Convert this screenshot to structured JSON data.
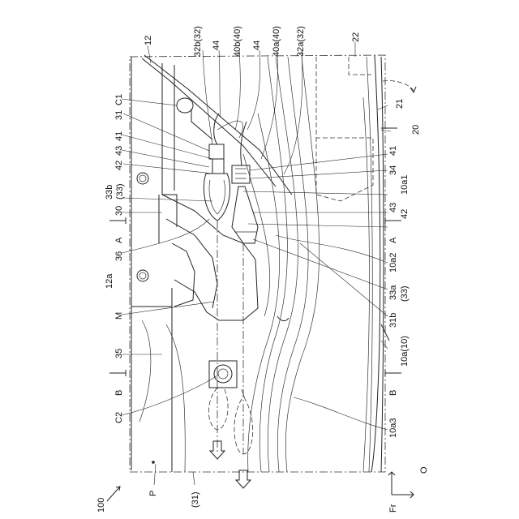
{
  "labels": {
    "l_32b": "32b(32)",
    "l_44a": "44",
    "l_40b": "40b(40)",
    "l_44b": "44",
    "l_40a": "40a(40)",
    "l_32a": "32a(32)",
    "l_12": "12",
    "l_22": "22",
    "l_C1": "C1",
    "l_31": "31",
    "l_43a": "43",
    "l_41a": "41",
    "l_42a": "42",
    "l_33b": "33b",
    "l_33b_p": "(33)",
    "l_30": "30",
    "l_A1": "A",
    "l_36": "36",
    "l_12a": "12a",
    "l_M": "M",
    "l_35": "35",
    "l_B1": "B",
    "l_C2": "C2",
    "l_31p": "(31)",
    "l_P": "P",
    "l_100": "100",
    "l_21": "21",
    "l_20": "20",
    "l_41b": "41",
    "l_34": "34",
    "l_10a1": "10a1",
    "l_43b": "43",
    "l_42b": "42",
    "l_A2": "A",
    "l_10a2": "10a2",
    "l_33a": "33a",
    "l_33a_p": "(33)",
    "l_31b": "31b",
    "l_10a10": "10a(10)",
    "l_B2": "B",
    "l_10a3": "10a3",
    "l_Fr": "Fr",
    "l_O": "O"
  }
}
